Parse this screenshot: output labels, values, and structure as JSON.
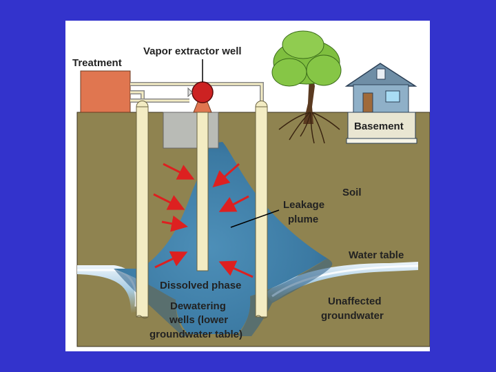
{
  "labels": {
    "treatment": "Treatment",
    "vapor_extractor_well": "Vapor extractor well",
    "basement": "Basement",
    "soil": "Soil",
    "leakage_plume_1": "Leakage",
    "leakage_plume_2": "plume",
    "water_table": "Water table",
    "dissolved_phase": "Dissolved phase",
    "dewatering_1": "Dewatering",
    "dewatering_2": "wells (lower",
    "dewatering_3": "groundwater table)",
    "unaffected_1": "Unaffected",
    "unaffected_2": "groundwater"
  },
  "colors": {
    "slide_background": "#3333cc",
    "soil": "#8f8350",
    "plume": "#3f7fa6",
    "treatment_box": "#e07650",
    "extractor_head": "#cc2222",
    "pipe": "#f3ecc3",
    "arrow": "#dd2020",
    "tree_foliage": "#7fbf3f",
    "house_siding": "#8fb0c8"
  }
}
